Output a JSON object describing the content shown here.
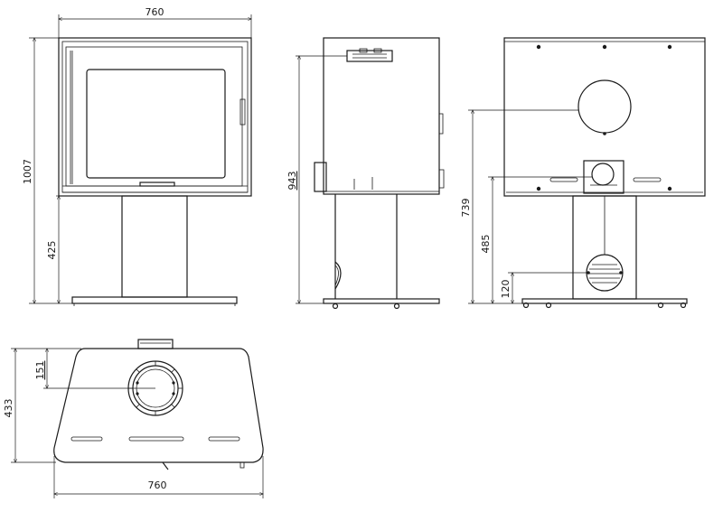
{
  "dimensions": {
    "front_width": "760",
    "front_height": "1007",
    "front_stand_height": "425",
    "side_height": "943",
    "rear_outlet_height": "739",
    "rear_lower_outlet_height": "485",
    "rear_grille_height": "120",
    "top_depth": "433",
    "top_flue_offset": "151",
    "top_width": "760"
  },
  "colors": {
    "line": "#1a1a1a",
    "background": "#ffffff"
  }
}
